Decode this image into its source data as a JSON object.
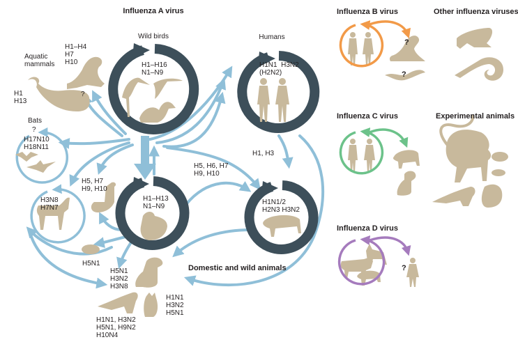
{
  "colors": {
    "dark_ring": "#3d4f5a",
    "blue_arrow": "#8fbfd8",
    "silhouette": "#c8b99c",
    "orange": "#f29a48",
    "green": "#6cc28a",
    "purple": "#a57bbd",
    "text": "#231f20"
  },
  "influenza_a": {
    "title": "Influenza A virus",
    "wild_birds": {
      "label": "Wild birds",
      "subtypes": [
        "H1–H16",
        "N1–N9"
      ]
    },
    "humans": {
      "label": "Humans",
      "subtypes": [
        "H1N1  H3N2",
        "(H2N2)"
      ]
    },
    "poultry": {
      "subtypes": [
        "H1–H13",
        "N1–N9"
      ]
    },
    "pigs": {
      "subtypes": [
        "H1N1/2",
        "H2N3 H3N2"
      ]
    },
    "aquatic_mammals": {
      "label": [
        "Aquatic",
        "mammals"
      ],
      "seal_subtypes": [
        "H1–H4",
        "H7",
        "H10"
      ],
      "whale_subtypes": [
        "H1",
        "H13"
      ],
      "unknown": "?"
    },
    "bats": {
      "label": "Bats",
      "unknown": "?",
      "subtypes": [
        "H17N10",
        "H18N11"
      ]
    },
    "horses": {
      "subtypes": [
        "H3N8",
        "H7N7"
      ]
    },
    "ratites": {
      "subtypes": [
        "H5, H7",
        "H9, H10"
      ]
    },
    "guinea_pig": {
      "subtypes": [
        "H5N1"
      ]
    },
    "dogs": {
      "subtypes": [
        "H5N1",
        "H3N2",
        "H3N8"
      ]
    },
    "ferrets": {
      "subtypes": [
        "H1N1, H3N2",
        "H5N1, H9N2",
        "H10N4"
      ]
    },
    "cats": {
      "subtypes": [
        "H1N1",
        "H3N2",
        "H5N1"
      ]
    },
    "poultry_to_pigs": [
      "H5, H6, H7",
      "H9, H10"
    ],
    "humans_to_pigs": "H1, H3",
    "domestic_label": "Domestic and wild animals"
  },
  "influenza_b": {
    "title": "Influenza B virus",
    "unknowns": [
      "?",
      "?"
    ]
  },
  "influenza_c": {
    "title": "Influenza C virus"
  },
  "influenza_d": {
    "title": "Influenza D virus",
    "unknown": "?"
  },
  "other": {
    "title": "Other influenza viruses"
  },
  "experimental": {
    "title": "Experimental animals"
  }
}
